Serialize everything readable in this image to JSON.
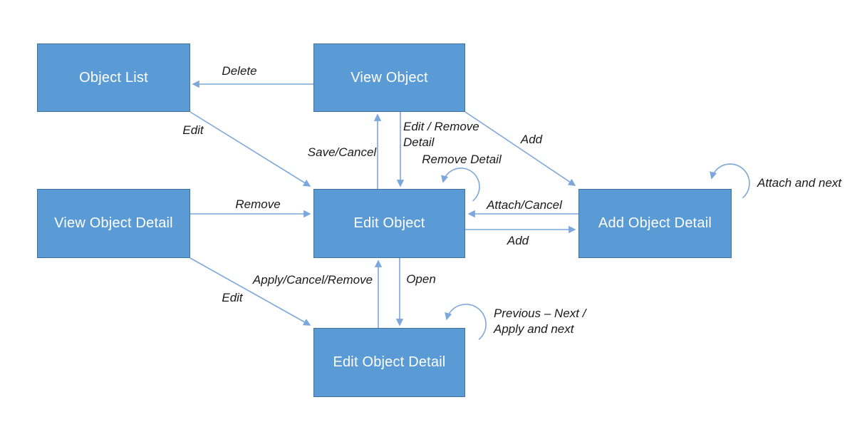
{
  "diagram": {
    "type": "state-transition-diagram",
    "colors": {
      "node-fill": "#5B9BD5",
      "node-border": "#41719C",
      "node-text": "#FFFFFF",
      "arrow": "#7CA7DC",
      "label-text": "#1A1A1A",
      "background": "#FFFFFF"
    },
    "nodes": [
      {
        "id": "object-list",
        "label": "Object List"
      },
      {
        "id": "view-object",
        "label": "View Object"
      },
      {
        "id": "view-object-detail",
        "label": "View Object Detail"
      },
      {
        "id": "edit-object",
        "label": "Edit Object"
      },
      {
        "id": "add-object-detail",
        "label": "Add Object Detail"
      },
      {
        "id": "edit-object-detail",
        "label": "Edit Object Detail"
      }
    ],
    "edges": [
      {
        "from": "view-object",
        "to": "object-list",
        "label": "Delete"
      },
      {
        "from": "object-list",
        "to": "edit-object",
        "label": "Edit"
      },
      {
        "from": "edit-object",
        "to": "view-object",
        "label": "Save/Cancel"
      },
      {
        "from": "view-object",
        "to": "edit-object",
        "label": "Edit / Remove",
        "label2": "Detail"
      },
      {
        "from": "view-object",
        "to": "add-object-detail",
        "label": "Add"
      },
      {
        "from": "edit-object",
        "to": "edit-object",
        "label": "Remove Detail"
      },
      {
        "from": "add-object-detail",
        "to": "edit-object",
        "label": "Attach/Cancel"
      },
      {
        "from": "edit-object",
        "to": "add-object-detail",
        "label": "Add"
      },
      {
        "from": "add-object-detail",
        "to": "add-object-detail",
        "label": "Attach and next"
      },
      {
        "from": "view-object-detail",
        "to": "edit-object",
        "label": "Remove"
      },
      {
        "from": "view-object-detail",
        "to": "edit-object-detail",
        "label": "Edit"
      },
      {
        "from": "edit-object-detail",
        "to": "edit-object",
        "label": "Apply/Cancel/Remove"
      },
      {
        "from": "edit-object",
        "to": "edit-object-detail",
        "label": "Open"
      },
      {
        "from": "edit-object-detail",
        "to": "edit-object-detail",
        "label": "Previous – Next  /",
        "label2": "Apply and next"
      }
    ]
  }
}
